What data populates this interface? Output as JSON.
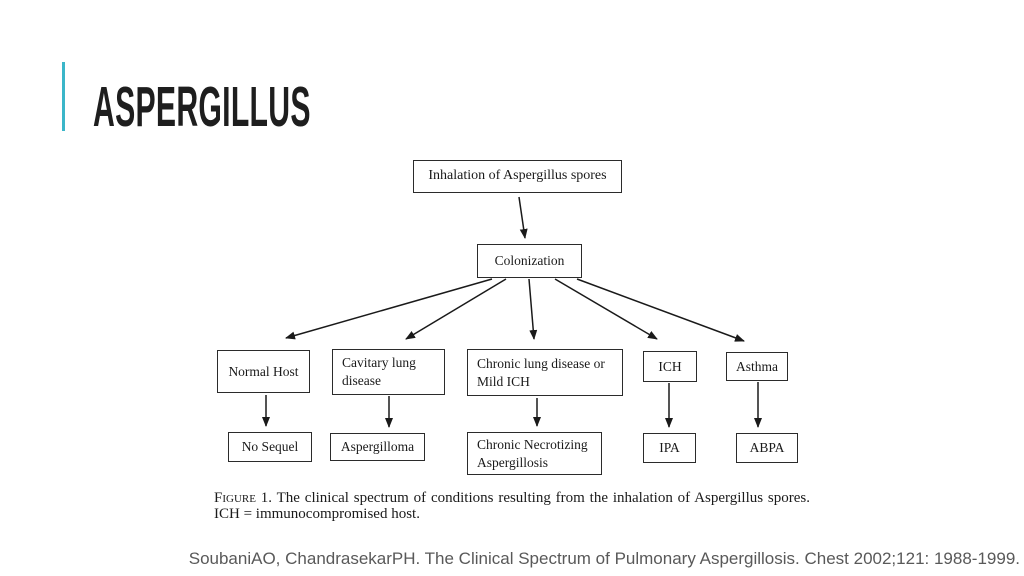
{
  "slide": {
    "title": "ASPERGILLUS",
    "accent_color": "#3bb6c9",
    "citation": "SoubaniAO, ChandrasekarPH. The Clinical Spectrum of Pulmonary Aspergillosis. Chest 2002;121: 1988-1999."
  },
  "figure": {
    "nodes": {
      "inhalation": "Inhalation of Aspergillus spores",
      "colonization": "Colonization",
      "normal_host": "Normal Host",
      "cavitary": "Cavitary lung disease",
      "chronic_lung": "Chronic lung disease or Mild ICH",
      "ich": "ICH",
      "asthma": "Asthma",
      "no_sequel": "No Sequel",
      "aspergilloma": "Aspergilloma",
      "chronic_necrotizing": "Chronic Necrotizing Aspergillosis",
      "ipa": "IPA",
      "abpa": "ABPA"
    },
    "caption_label": "Figure 1.",
    "caption_text": " The clinical spectrum of conditions resulting from the inhalation of Aspergillus spores. ICH = immunocompromised host."
  }
}
